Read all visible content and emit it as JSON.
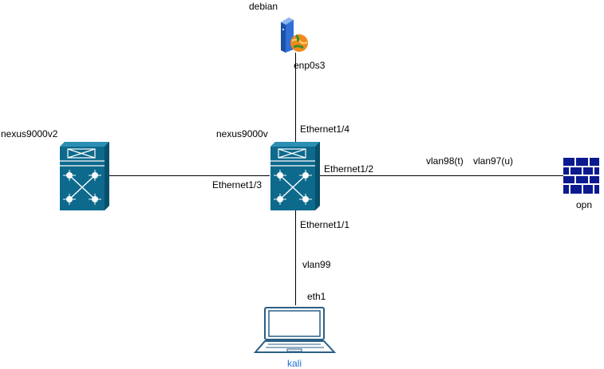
{
  "colors": {
    "switch_fill": "#0d6a8d",
    "switch_stroke": "#ffffff",
    "firewall": "#0b1a8f",
    "server_blue": "#2f6fd6",
    "globe_orange": "#f08a1c",
    "laptop_stroke": "#2a5f86",
    "kali_label": "#1f6fd0"
  },
  "nodes": {
    "debian": {
      "label": "debian",
      "icon": "server-icon"
    },
    "nexus9000v": {
      "label": "nexus9000v",
      "icon": "nexus-switch-icon"
    },
    "nexus9000v2": {
      "label": "nexus9000v2",
      "icon": "nexus-switch-icon"
    },
    "opn": {
      "label": "opn",
      "icon": "firewall-icon"
    },
    "kali": {
      "label": "kali",
      "icon": "laptop-icon"
    }
  },
  "interfaces": {
    "debian_enp0s3": "enp0s3",
    "nexus_eth1_4": "Ethernet1/4",
    "nexus_eth1_3": "Ethernet1/3",
    "nexus_eth1_2": "Ethernet1/2",
    "nexus_eth1_1": "Ethernet1/1",
    "kali_eth1": "eth1"
  },
  "vlans": {
    "opn_tagged": "vlan98(t)",
    "opn_untagged": "vlan97(u)",
    "kali_access": "vlan99"
  }
}
